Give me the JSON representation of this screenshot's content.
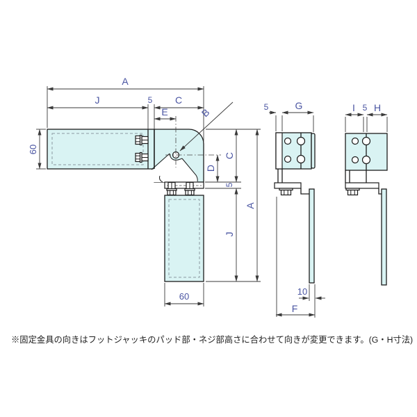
{
  "labels": {
    "A": "A",
    "B": "B",
    "C": "C",
    "D": "D",
    "E": "E",
    "F": "F",
    "G": "G",
    "H": "H",
    "I": "I",
    "J": "J",
    "five": "5",
    "ten": "10",
    "sixty": "60"
  },
  "note": "※固定金具の向きはフットジャッキのパッド部・ネジ部高さに合わせて向きが変更できます。(G・H寸法)",
  "colors": {
    "part_fill": "#d9f3f3",
    "object_line": "#1c1c1c",
    "dimension_line": "#3a3a3a",
    "label_text": "#4a55a2",
    "note_text": "#1f1f1f",
    "background": "#ffffff"
  }
}
